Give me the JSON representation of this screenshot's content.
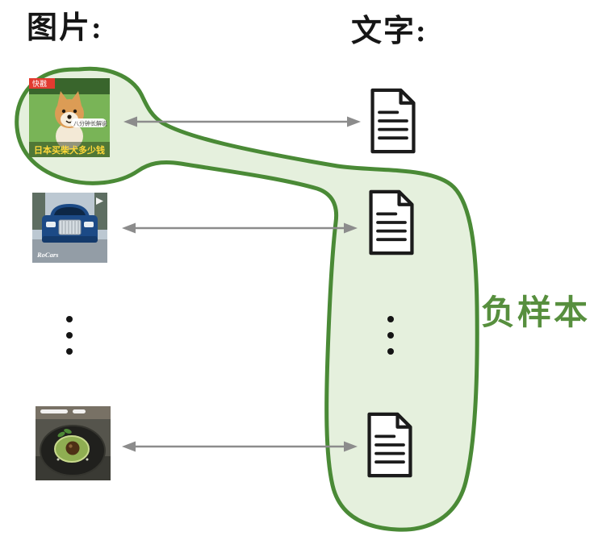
{
  "titles": {
    "images_column": "图片:",
    "texts_column": "文字:"
  },
  "annotation": {
    "negative_samples": "负样本"
  },
  "thumbnails": {
    "dog_video": {
      "banner": "快戳",
      "pill": "八分钟长解说",
      "caption": "日本买柴犬多少钱"
    },
    "car_video": {
      "watermark": "RoCars"
    }
  },
  "colors": {
    "blob_fill": "#e5f0dd",
    "blob_stroke": "#4a8a36",
    "label_green": "#578f3e",
    "arrow_gray": "#8c8c8c"
  }
}
